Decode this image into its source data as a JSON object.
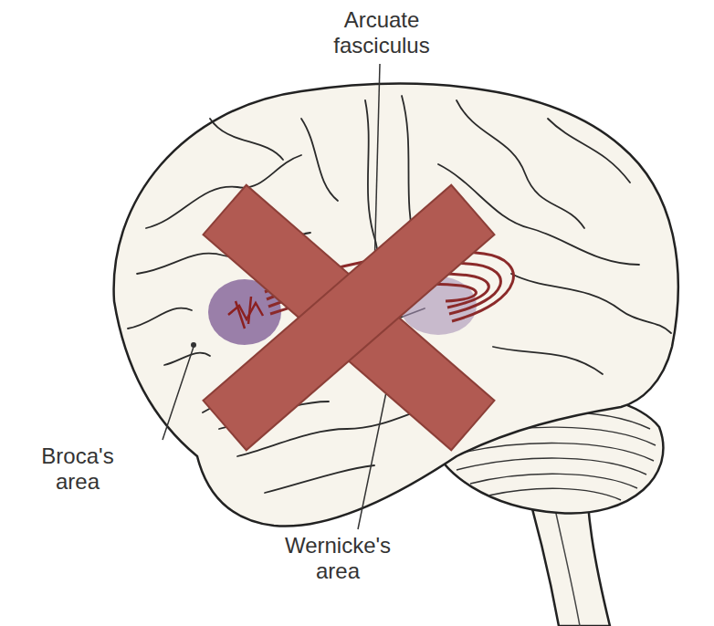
{
  "diagram": {
    "labels": [
      "Arcuate fasciculus",
      "Broca's area",
      "Wernicke's area"
    ]
  }
}
